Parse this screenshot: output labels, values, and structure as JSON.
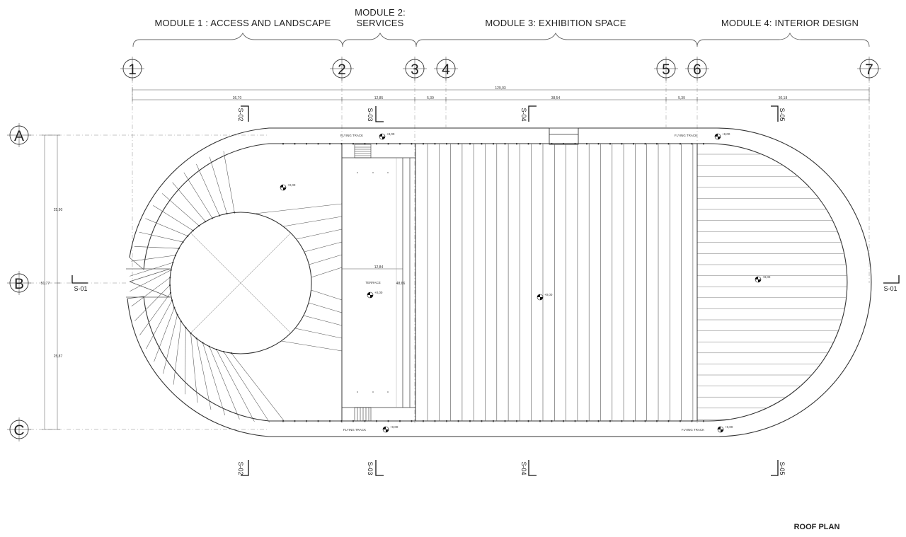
{
  "title": "ROOF PLAN",
  "modules": [
    {
      "id": "m1",
      "lines": [
        "MODULE 1 : ACCESS AND LANDSCAPE"
      ]
    },
    {
      "id": "m2",
      "lines": [
        "MODULE 2:",
        "SERVICES"
      ]
    },
    {
      "id": "m3",
      "lines": [
        "MODULE 3: EXHIBITION SPACE"
      ]
    },
    {
      "id": "m4",
      "lines": [
        "MODULE 4: INTERIOR DESIGN"
      ]
    }
  ],
  "grid_axes": {
    "vertical": [
      "1",
      "2",
      "3",
      "4",
      "5",
      "6",
      "7"
    ],
    "horizontal": [
      "A",
      "B",
      "C"
    ]
  },
  "dimensions": {
    "overall": "129,03",
    "spans": [
      "36,70",
      "12,85",
      "5,39",
      "38,54",
      "5,39",
      "30,18"
    ],
    "vertical": [
      "25,90",
      "51,77",
      "25,87"
    ],
    "terrace_width": "12,84",
    "terrace_length": "48,66"
  },
  "sections": {
    "s01": "S-01",
    "s02": "S-02",
    "s03": "S-03",
    "s04": "S-04",
    "s05": "S-05"
  },
  "annotations": {
    "flying_track": "FLYING TRACK",
    "terrace": "TERRACE",
    "levels": [
      "+8,00",
      "+0,00",
      "+0,00",
      "+0,00",
      "+8,00",
      "+8,00",
      "+0,00",
      "+0,00"
    ]
  }
}
